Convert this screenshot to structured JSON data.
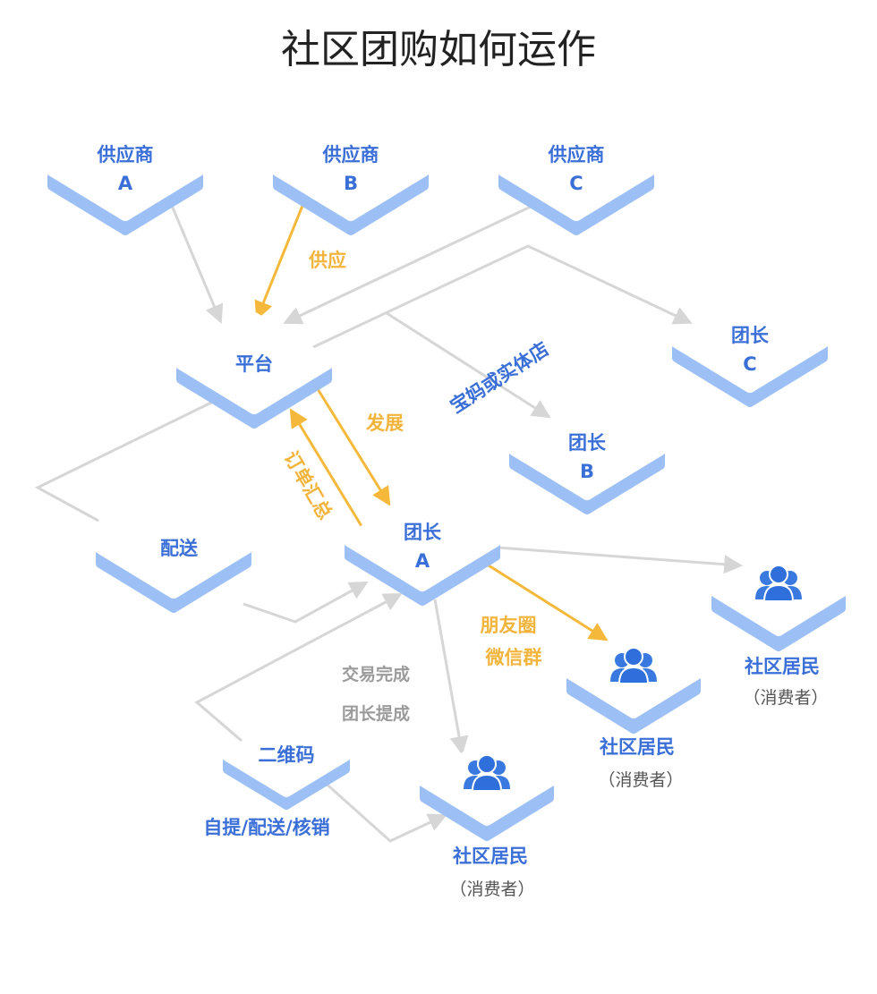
{
  "title": "社区团购如何运作",
  "colors": {
    "node_label": "#3a6fd8",
    "node_top": "#ffffff",
    "node_side": "#9cc0f5",
    "edge_gray": "#d6d6d6",
    "edge_orange": "#f5b83a",
    "orange_text": "#f3b43c",
    "gray_text": "#9b9b9b",
    "blue_text": "#3a6fd8",
    "title": "#222222"
  },
  "nodes": {
    "supplier_a": {
      "line1": "供应商",
      "line2": "A"
    },
    "supplier_b": {
      "line1": "供应商",
      "line2": "B"
    },
    "supplier_c": {
      "line1": "供应商",
      "line2": "C"
    },
    "platform": {
      "label": "平台"
    },
    "leader_c": {
      "line1": "团长",
      "line2": "C"
    },
    "leader_b": {
      "line1": "团长",
      "line2": "B"
    },
    "leader_a": {
      "line1": "团长",
      "line2": "A"
    },
    "delivery": {
      "label": "配送"
    },
    "qrcode": {
      "label": "二维码"
    },
    "resident_1": {
      "name": "社区居民",
      "role": "（消费者）",
      "icon": "people-icon"
    },
    "resident_2": {
      "name": "社区居民",
      "role": "（消费者）",
      "icon": "people-icon"
    },
    "resident_3": {
      "name": "社区居民",
      "role": "（消费者）",
      "icon": "people-icon"
    }
  },
  "labels": {
    "supply": "供应",
    "develop": "发展",
    "order_summary": "订单汇总",
    "mom_or_store": "宝妈或实体店",
    "moments": "朋友圈",
    "wechat_group": "微信群",
    "deal_done": "交易完成",
    "leader_commission": "团长提成",
    "pickup": "自提/配送/核销"
  }
}
